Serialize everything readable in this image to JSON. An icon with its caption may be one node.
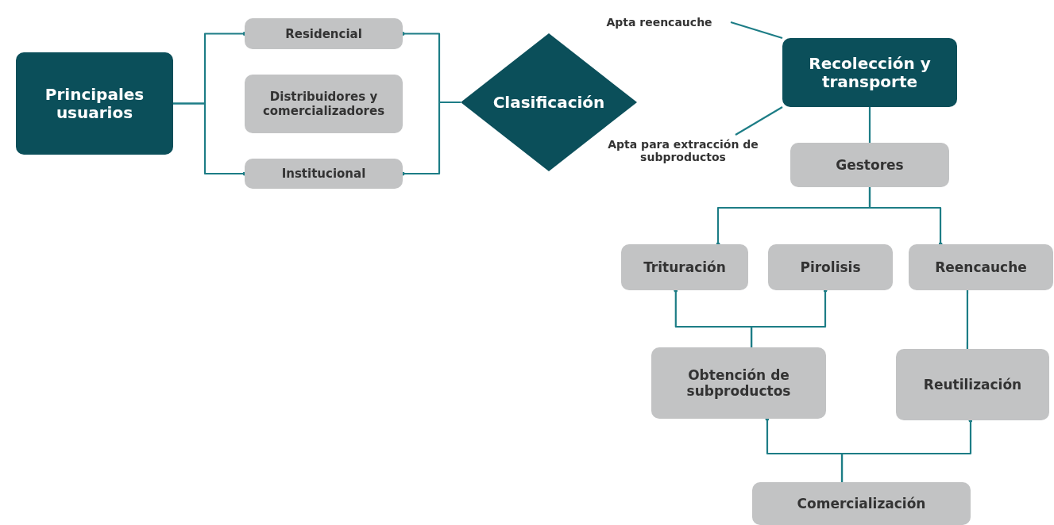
{
  "diagram": {
    "nodes": [
      {
        "text": [
          "Principales usuarios"
        ]
      },
      {
        "text": [
          "Residencial"
        ]
      },
      {
        "text": [
          "Distribuidores y comercializadores"
        ]
      },
      {
        "text": [
          "Institucional"
        ]
      },
      {
        "text": [
          "Clasificación"
        ]
      },
      {
        "text": [
          "Apta reencauche"
        ]
      },
      {
        "text": [
          "Recolección y transporte"
        ]
      },
      {
        "text": [
          "Apta para extracción de subproductos"
        ]
      },
      {
        "text": [
          "Gestores"
        ]
      },
      {
        "text": [
          "Trituración"
        ]
      },
      {
        "text": [
          "Pirolisis"
        ]
      },
      {
        "text": [
          "Reencauche"
        ]
      },
      {
        "text": [
          "Obtención de subproductos"
        ]
      },
      {
        "text": [
          "Reutilización"
        ]
      },
      {
        "text": [
          "Comercialización"
        ]
      }
    ],
    "edges": [
      {
        "from": 0,
        "to": 1,
        "arrow": "other"
      },
      {
        "from": 0,
        "to": 3,
        "arrow": "other"
      },
      {
        "from": 4,
        "to": 1,
        "arrow": "other"
      },
      {
        "from": 4,
        "to": 3,
        "arrow": "other"
      },
      {
        "from": 5,
        "to": 6,
        "arrow": "none"
      },
      {
        "from": 7,
        "to": 6,
        "arrow": "none"
      },
      {
        "from": 6,
        "to": 8,
        "arrow": "none"
      },
      {
        "from": 8,
        "to": 9,
        "arrow": "other"
      },
      {
        "from": 8,
        "to": 11,
        "arrow": "other"
      },
      {
        "from": 12,
        "to": 9,
        "arrow": "other"
      },
      {
        "from": 12,
        "to": 10,
        "arrow": "other"
      },
      {
        "from": 11,
        "to": 13,
        "arrow": "none"
      },
      {
        "from": 14,
        "to": 12,
        "arrow": "other"
      },
      {
        "from": 14,
        "to": 13,
        "arrow": "other"
      }
    ]
  }
}
